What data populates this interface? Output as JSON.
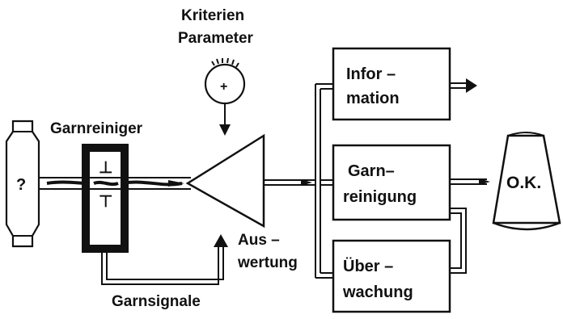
{
  "labels": {
    "kriterien": "Kriterien",
    "parameter": "Parameter",
    "garnreiniger": "Garnreiniger",
    "question": "?",
    "auswertung_1": "Aus –",
    "auswertung_2": "wertung",
    "garnsignale": "Garnsignale",
    "info_1": "Infor –",
    "info_2": "mation",
    "garnrein_1": "Garn–",
    "garnrein_2": "reinigung",
    "ueber_1": "Über –",
    "ueber_2": "wachung",
    "ok": "O.K.",
    "dial_plus": "+",
    "sensor_top": "⊥",
    "sensor_bottom": "⊤"
  },
  "colors": {
    "ink": "#111111",
    "background": "#ffffff"
  }
}
